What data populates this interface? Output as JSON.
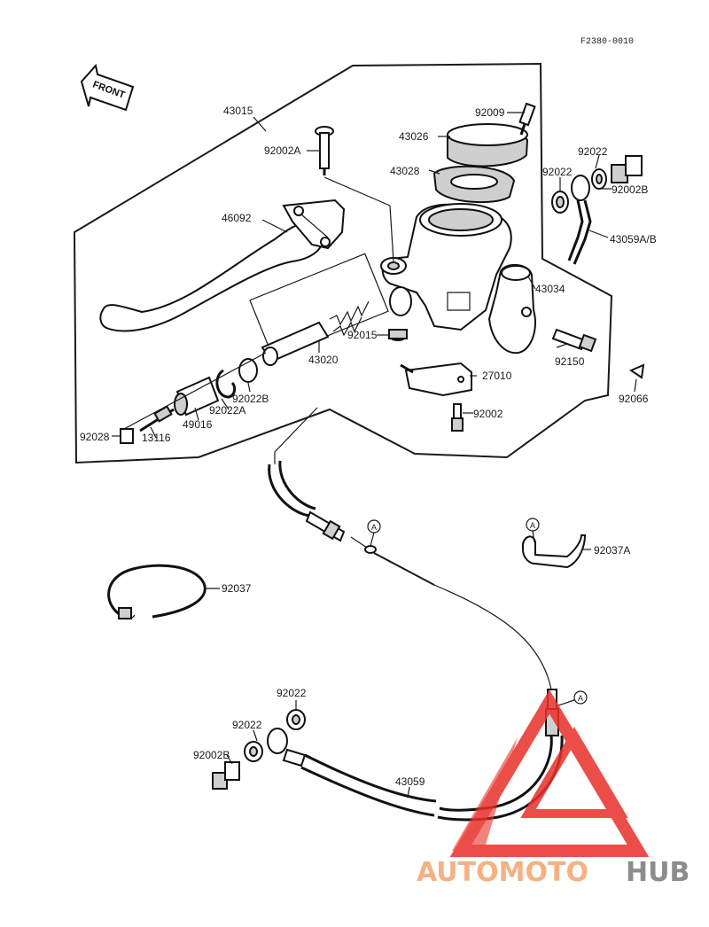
{
  "drawing_code": "F2380-0010",
  "front_label": "FRONT",
  "callout_marker": "A",
  "parts": {
    "p43015": "43015",
    "p92009": "92009",
    "p43026": "43026",
    "p92002A": "92002A",
    "p43028": "43028",
    "p92022_top": "92022",
    "p92022_mid": "92022",
    "p92002B_top": "92002B",
    "p46092": "46092",
    "p43059AB": "43059A/B",
    "p43034": "43034",
    "p92015": "92015",
    "p43020": "43020",
    "p92150": "92150",
    "p27010": "27010",
    "p92022B": "92022B",
    "p92066": "92066",
    "p92022A": "92022A",
    "p92002": "92002",
    "p49016": "49016",
    "p92028": "92028",
    "p13116": "13116",
    "p92037A": "92037A",
    "p92037": "92037",
    "p92022_low1": "92022",
    "p92022_low2": "92022",
    "p92002B_low": "92002B",
    "p43059": "43059"
  },
  "watermark": {
    "part1": "AUTOMOTO",
    "part2": "HUB",
    "color1": "#f4b183",
    "color2": "#8c8c8c",
    "logo_color": "#e8302a"
  }
}
